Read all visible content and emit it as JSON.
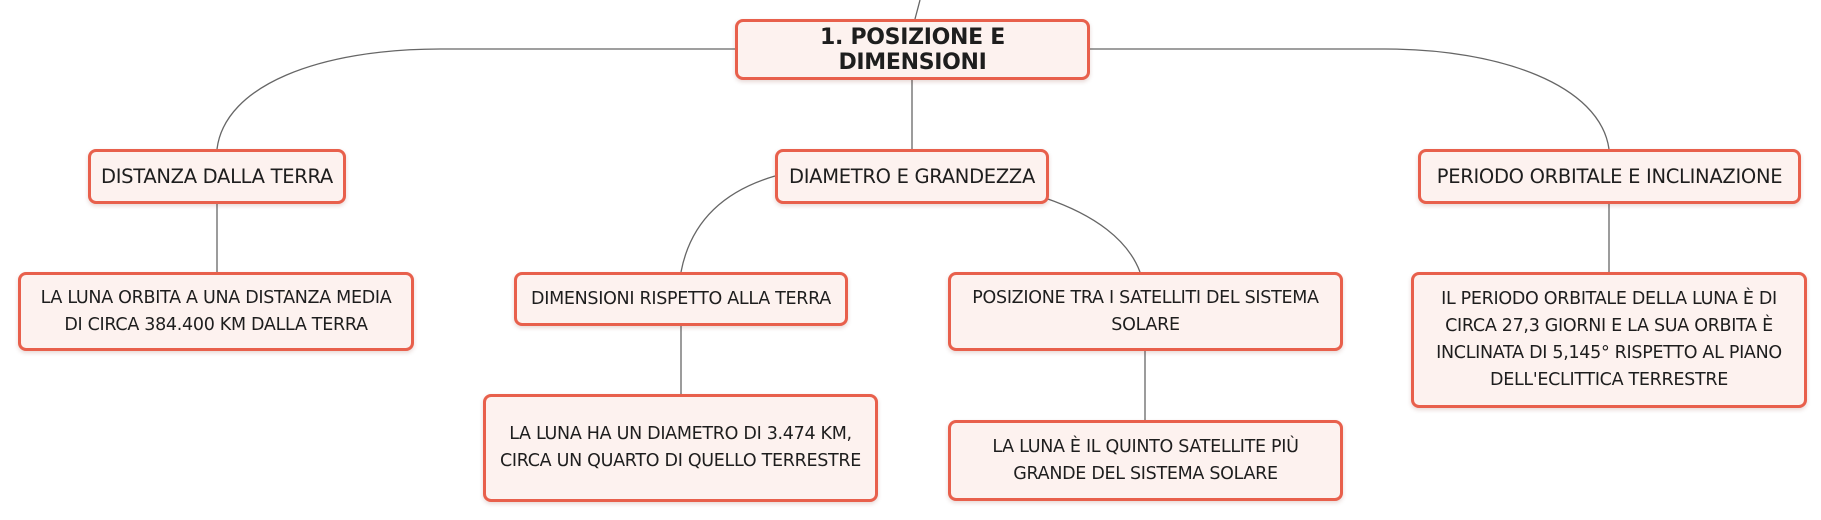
{
  "diagram": {
    "root": {
      "label": "1. POSIZIONE E DIMENSIONI"
    },
    "branches": [
      {
        "label": "DISTANZA DALLA TERRA",
        "children": [
          "LA LUNA ORBITA A UNA DISTANZA MEDIA DI CIRCA 384.400 KM DALLA TERRA"
        ]
      },
      {
        "label": "DIAMETRO E GRANDEZZA",
        "children": [
          {
            "label": "DIMENSIONI RISPETTO ALLA TERRA",
            "children": [
              "LA LUNA HA UN DIAMETRO DI 3.474 KM, CIRCA UN QUARTO DI QUELLO TERRESTRE"
            ]
          },
          {
            "label": "POSIZIONE TRA I SATELLITI DEL SISTEMA SOLARE",
            "children": [
              "LA LUNA È IL QUINTO SATELLITE PIÙ GRANDE DEL SISTEMA SOLARE"
            ]
          }
        ]
      },
      {
        "label": "PERIODO ORBITALE E INCLINAZIONE",
        "children": [
          "IL PERIODO ORBITALE DELLA LUNA È DI CIRCA 27,3 GIORNI E LA SUA ORBITA È INCLINATA DI 5,145° RISPETTO AL PIANO DELL'ECLITTICA TERRESTRE"
        ]
      }
    ]
  },
  "colors": {
    "node_border": "#e8604c",
    "node_fill": "#fdf2ef",
    "connector": "#666666",
    "text": "#1e1e1e"
  }
}
